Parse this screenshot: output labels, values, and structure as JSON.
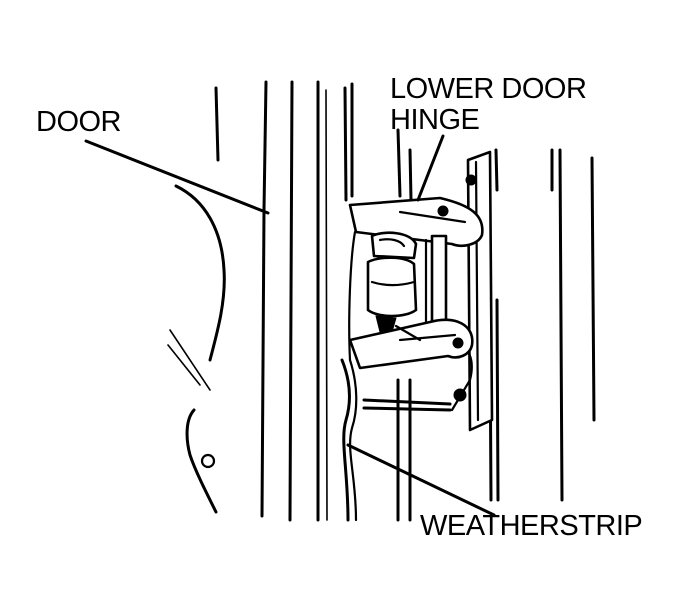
{
  "labels": {
    "door": "DOOR",
    "lower_door_hinge_line1": "LOWER DOOR",
    "lower_door_hinge_line2": "HINGE",
    "weatherstrip": "WEATHERSTRIP"
  },
  "colors": {
    "ink": "#000000",
    "paper": "#ffffff"
  }
}
